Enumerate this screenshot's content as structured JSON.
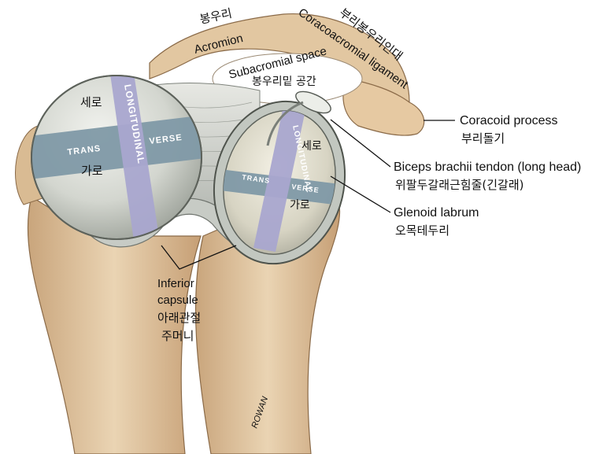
{
  "labels": {
    "acromion_ko": "봉우리",
    "acromion_en": "Acromion",
    "cal_ko": "부리봉우리인대",
    "cal_en": "Coracoacromial ligament",
    "subacromial_en": "Subacromial space",
    "subacromial_ko": "봉우리밑 공간",
    "coracoid_en": "Coracoid process",
    "coracoid_ko": "부리돌기",
    "biceps_en": "Biceps brachii tendon (long head)",
    "biceps_ko": "위팔두갈래근힘줄(긴갈래)",
    "glenoid_en": "Glenoid labrum",
    "glenoid_ko": "오목테두리",
    "inferior_en_1": "Inferior",
    "inferior_en_2": "capsule",
    "inferior_ko_1": "아래관절",
    "inferior_ko_2": "주머니"
  },
  "head_bands": {
    "longitudinal": "LONGITUDINAL",
    "trans": "TRANS",
    "verse": "VERSE",
    "sero": "세로",
    "garo": "가로"
  },
  "glenoid_bands": {
    "longitudinal": "LONGITUDINAL",
    "trans": "TRANS",
    "verse": "VERSE",
    "sero": "세로",
    "garo": "가로"
  },
  "signature": "ROWAN",
  "colors": {
    "bone": "#e3caa6",
    "bone_shade": "#c9a57c",
    "cartilage": "#d6d9d4",
    "capsule": "#cfd3cf",
    "longitudinal_band": "#a9a6cf",
    "transverse_band": "#7f99a6"
  }
}
